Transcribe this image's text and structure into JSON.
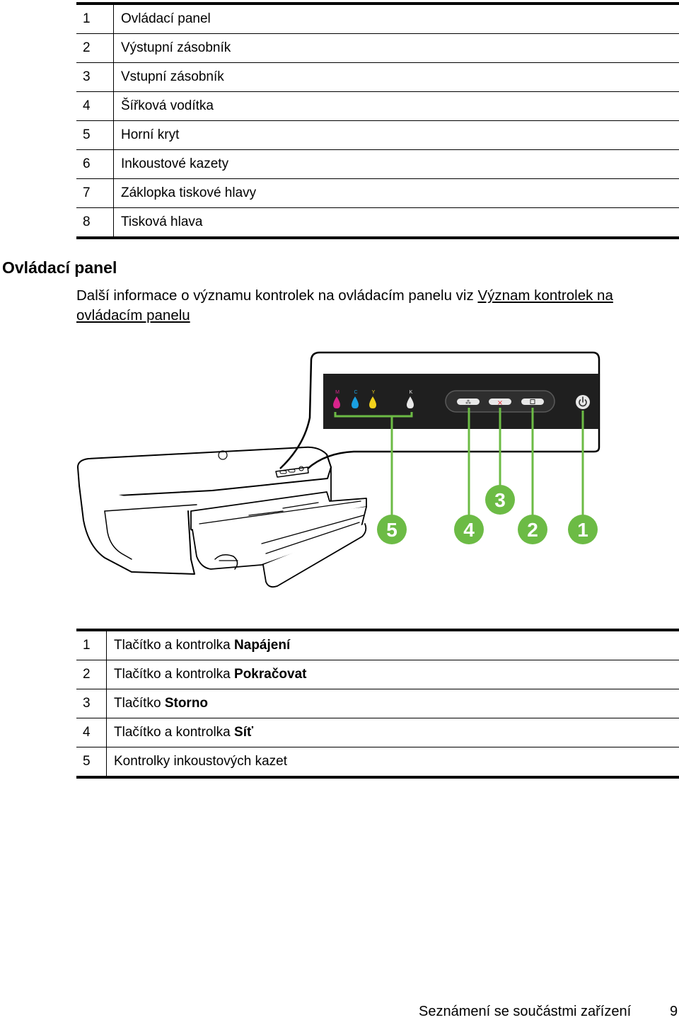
{
  "parts_table": [
    {
      "num": "1",
      "label": "Ovládací panel"
    },
    {
      "num": "2",
      "label": "Výstupní zásobník"
    },
    {
      "num": "3",
      "label": "Vstupní zásobník"
    },
    {
      "num": "4",
      "label": "Šířková vodítka"
    },
    {
      "num": "5",
      "label": "Horní kryt"
    },
    {
      "num": "6",
      "label": "Inkoustové kazety"
    },
    {
      "num": "7",
      "label": "Záklopka tiskové hlavy"
    },
    {
      "num": "8",
      "label": "Tisková hlava"
    }
  ],
  "section": {
    "heading": "Ovládací panel",
    "intro_text": "Další informace o významu kontrolek na ovládacím panelu viz ",
    "intro_link": "Význam kontrolek na ovládacím panelu"
  },
  "figure": {
    "callouts": [
      "5",
      "4",
      "3",
      "2",
      "1"
    ],
    "ink_labels": [
      "M",
      "C",
      "Y",
      "K"
    ],
    "colors": {
      "callout_green": "#6cbb45",
      "panel_dark": "#1f1f1f",
      "magenta": "#d8248c",
      "cyan": "#1a9fe0",
      "yellow": "#f2d21b",
      "cancel_red": "#e0262d"
    }
  },
  "buttons_table": [
    {
      "num": "1",
      "prefix": "Tlačítko a kontrolka ",
      "bold": "Napájení"
    },
    {
      "num": "2",
      "prefix": "Tlačítko a kontrolka ",
      "bold": "Pokračovat"
    },
    {
      "num": "3",
      "prefix": "Tlačítko ",
      "bold": "Storno"
    },
    {
      "num": "4",
      "prefix": "Tlačítko a kontrolka ",
      "bold": "Síť"
    },
    {
      "num": "5",
      "prefix": "Kontrolky inkoustových kazet",
      "bold": ""
    }
  ],
  "footer": {
    "title": "Seznámení se součástmi zařízení",
    "page": "9"
  }
}
